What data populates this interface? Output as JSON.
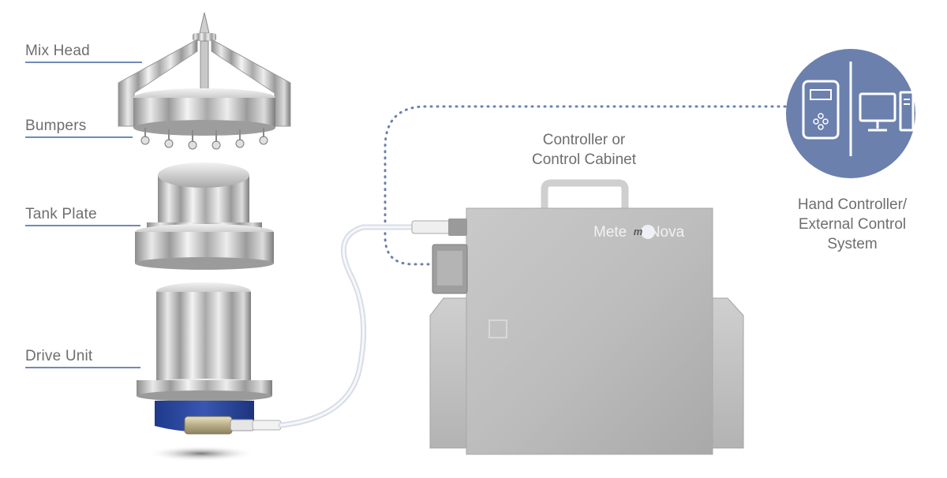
{
  "labels": {
    "mix_head": "Mix Head",
    "bumpers": "Bumpers",
    "tank_plate": "Tank Plate",
    "drive_unit": "Drive Unit"
  },
  "controller_caption": {
    "line1": "Controller or",
    "line2": "Control Cabinet"
  },
  "external_caption": {
    "line1": "Hand Controller/",
    "line2": "External Control",
    "line3": "System"
  },
  "brand": {
    "text_left": "Mete",
    "text_right": "Nova",
    "logo_letter": "m"
  },
  "colors": {
    "accent": "#6b80ad",
    "leader": "#6f8ab7",
    "text": "#6e6e6e",
    "cabinet": "#b9b9b9",
    "drive_base": "#2f4fa8"
  }
}
